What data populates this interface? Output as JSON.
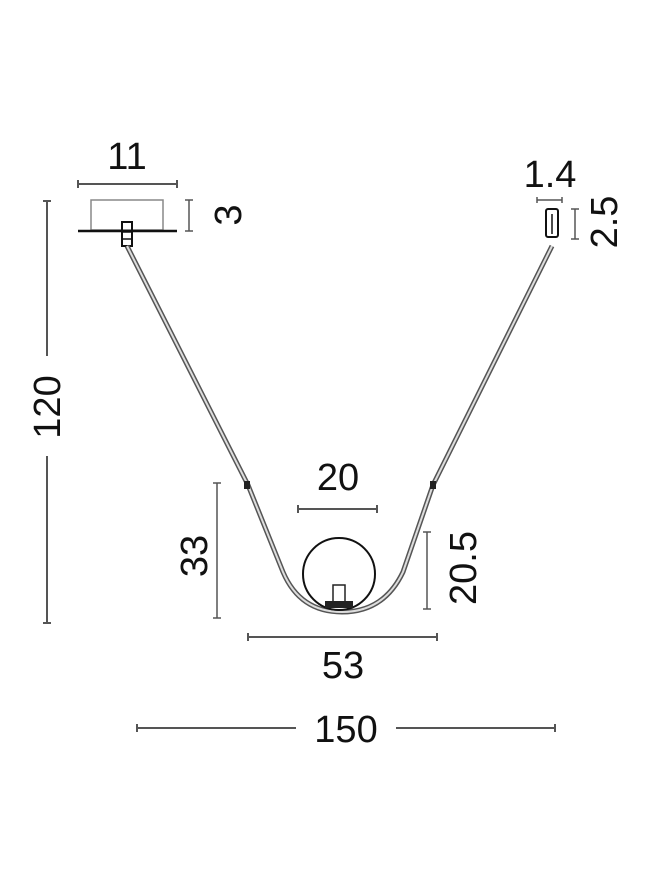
{
  "diagram": {
    "subject": "pendant lamp with U-shaped rod and globe",
    "units": "cm",
    "line_color": "#555555",
    "text_color": "#111111",
    "dimensions": {
      "canopy_width": "11",
      "canopy_height": "3",
      "end_cap_width": "1.4",
      "end_cap_height": "2.5",
      "total_height": "120",
      "globe_diameter": "20",
      "globe_height": "20.5",
      "u_bend_height": "33",
      "u_bend_width": "53",
      "total_width": "150"
    }
  }
}
